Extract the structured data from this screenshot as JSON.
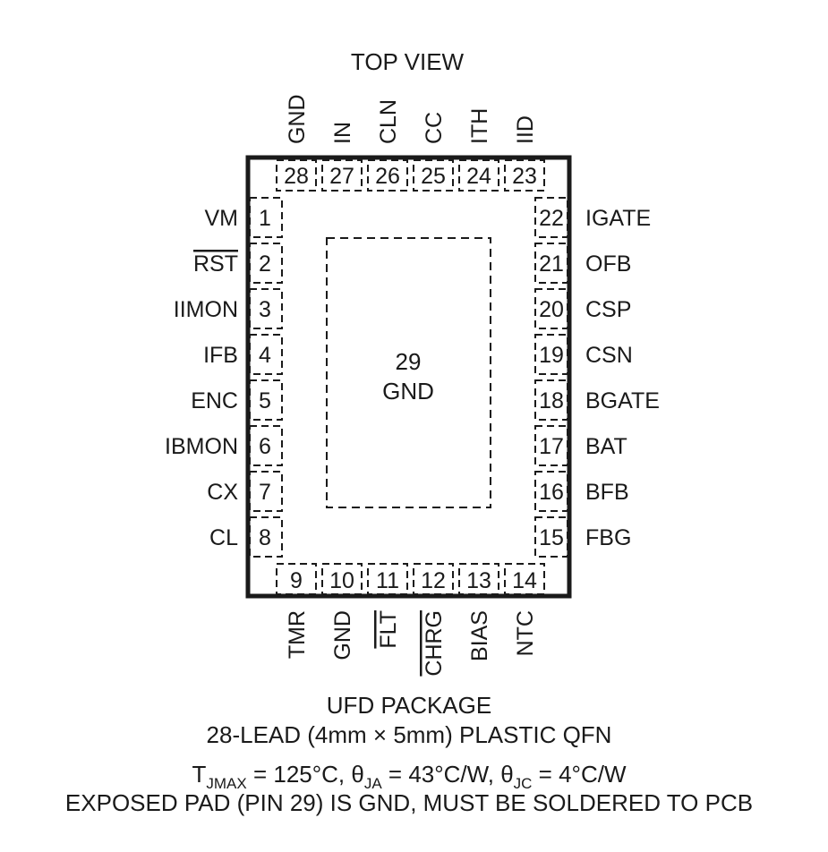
{
  "header": {
    "view_label": "TOP VIEW"
  },
  "package": {
    "exposed_pad": {
      "number": "29",
      "name": "GND"
    },
    "pins": {
      "left": [
        {
          "num": "1",
          "name": "VM",
          "overline": false
        },
        {
          "num": "2",
          "name": "RST",
          "overline": true
        },
        {
          "num": "3",
          "name": "IIMON",
          "overline": false
        },
        {
          "num": "4",
          "name": "IFB",
          "overline": false
        },
        {
          "num": "5",
          "name": "ENC",
          "overline": false
        },
        {
          "num": "6",
          "name": "IBMON",
          "overline": false
        },
        {
          "num": "7",
          "name": "CX",
          "overline": false
        },
        {
          "num": "8",
          "name": "CL",
          "overline": false
        }
      ],
      "right": [
        {
          "num": "22",
          "name": "IGATE",
          "overline": false
        },
        {
          "num": "21",
          "name": "OFB",
          "overline": false
        },
        {
          "num": "20",
          "name": "CSP",
          "overline": false
        },
        {
          "num": "19",
          "name": "CSN",
          "overline": false
        },
        {
          "num": "18",
          "name": "BGATE",
          "overline": false
        },
        {
          "num": "17",
          "name": "BAT",
          "overline": false
        },
        {
          "num": "16",
          "name": "BFB",
          "overline": false
        },
        {
          "num": "15",
          "name": "FBG",
          "overline": false
        }
      ],
      "top": [
        {
          "num": "28",
          "name": "GND",
          "overline": false
        },
        {
          "num": "27",
          "name": "IN",
          "overline": false
        },
        {
          "num": "26",
          "name": "CLN",
          "overline": false
        },
        {
          "num": "25",
          "name": "CC",
          "overline": false
        },
        {
          "num": "24",
          "name": "ITH",
          "overline": false
        },
        {
          "num": "23",
          "name": "IID",
          "overline": false
        }
      ],
      "bottom": [
        {
          "num": "9",
          "name": "TMR",
          "overline": false
        },
        {
          "num": "10",
          "name": "GND",
          "overline": false
        },
        {
          "num": "11",
          "name": "FLT",
          "overline": true
        },
        {
          "num": "12",
          "name": "CHRG",
          "overline": true
        },
        {
          "num": "13",
          "name": "BIAS",
          "overline": false
        },
        {
          "num": "14",
          "name": "NTC",
          "overline": false
        }
      ]
    }
  },
  "footer": {
    "package_name": "UFD PACKAGE",
    "description": "28-LEAD (4mm × 5mm) PLASTIC QFN",
    "thermal": {
      "t": "T",
      "t_sub": "JMAX",
      "t_value": " = 125°C, ",
      "theta_ja": "θ",
      "theta_ja_sub": "JA",
      "theta_ja_value": " = 43°C/W, ",
      "theta_jc": "θ",
      "theta_jc_sub": "JC",
      "theta_jc_value": " = 4°C/W"
    },
    "note": "EXPOSED PAD (PIN 29) IS GND, MUST BE SOLDERED TO PCB"
  }
}
